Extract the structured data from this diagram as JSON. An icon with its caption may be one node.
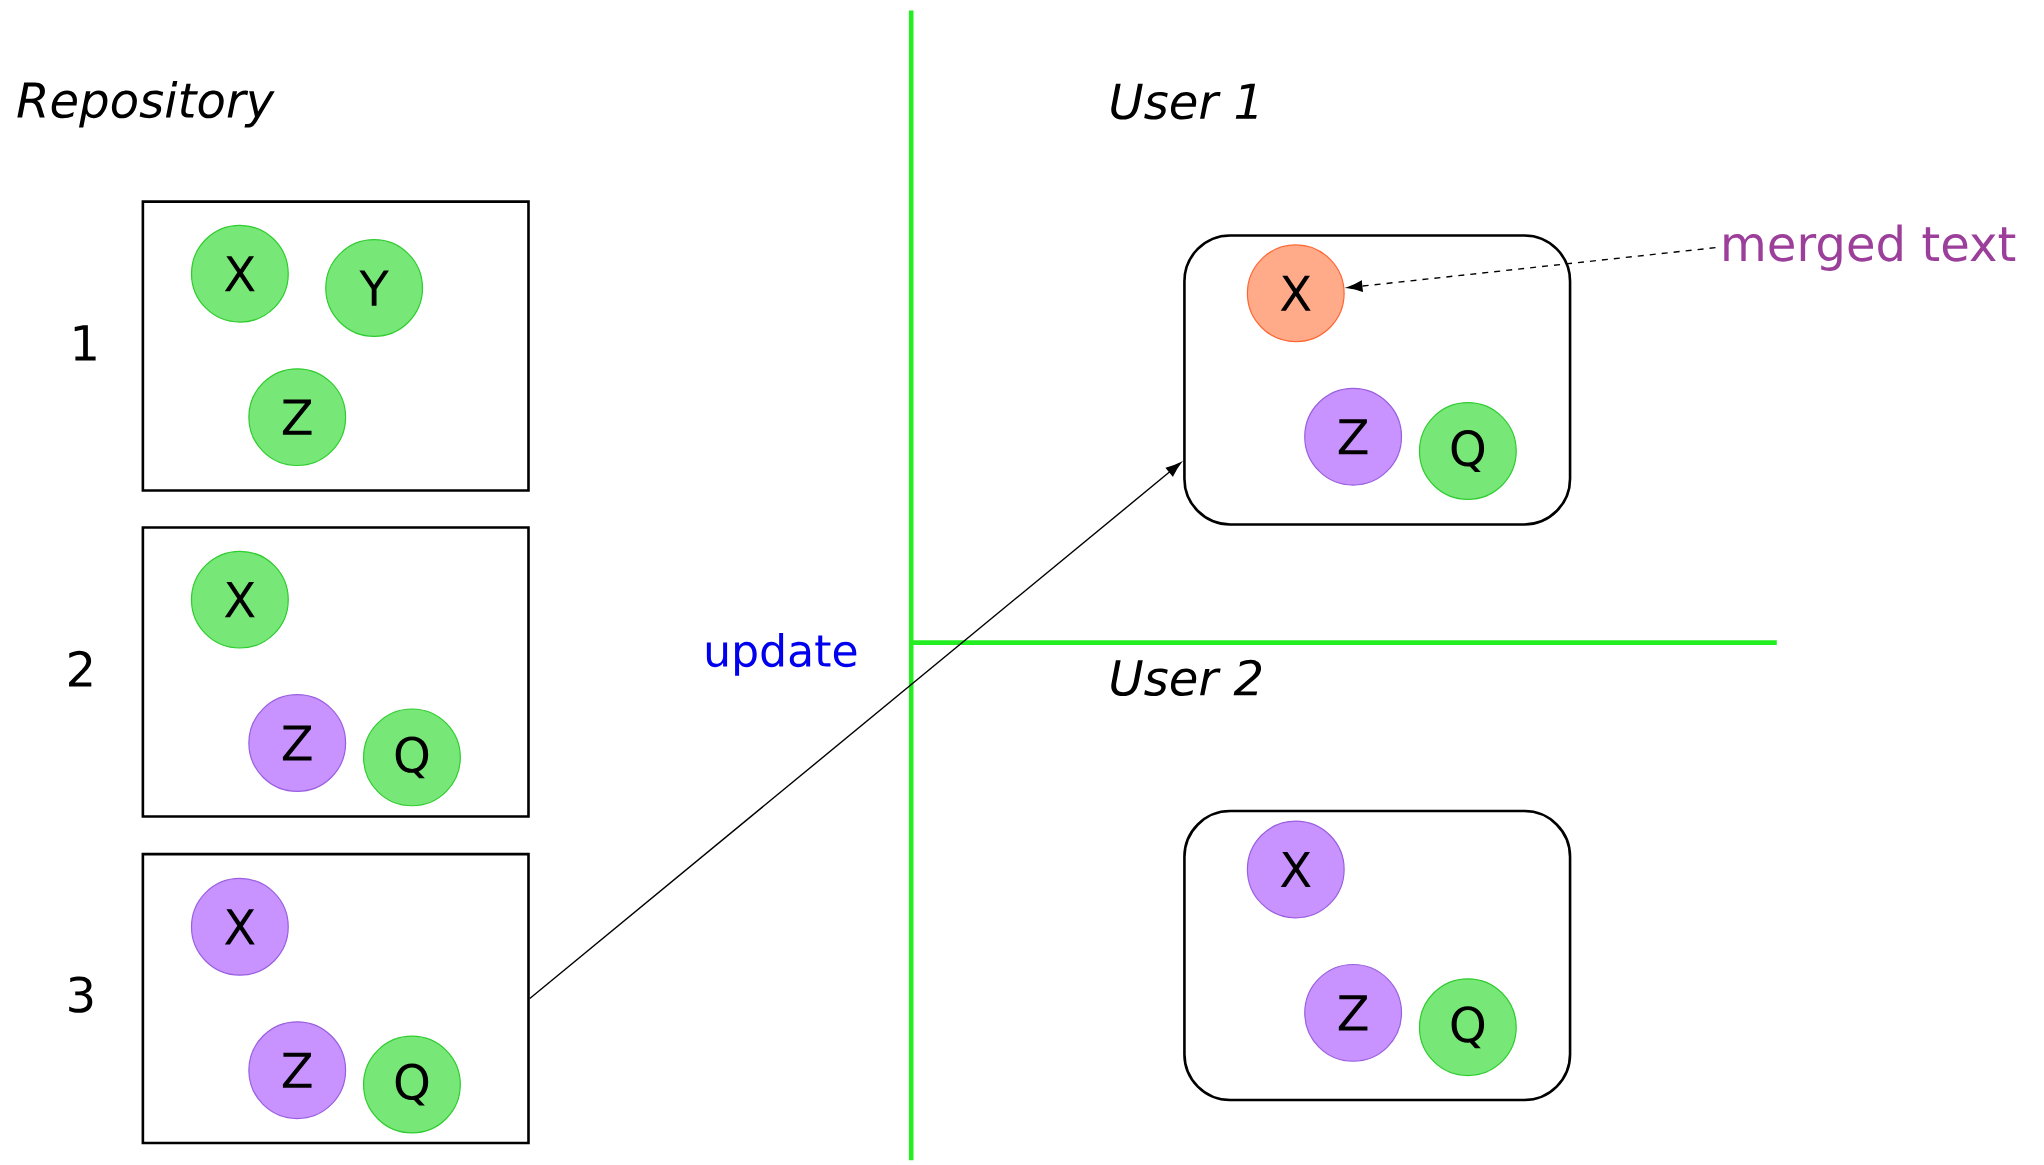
{
  "diagram": {
    "nodes": [
      {
        "text": [],
        "shape": "box",
        "beside": [
          "1"
        ]
      },
      {
        "text": [
          "X"
        ],
        "in": 0
      },
      {
        "text": [
          "Y"
        ],
        "in": 0
      },
      {
        "text": [
          "Z"
        ],
        "in": 0
      },
      {
        "text": [],
        "shape": "box",
        "beside": [
          "2"
        ]
      },
      {
        "text": [
          "X"
        ],
        "in": 4
      },
      {
        "text": [
          "Z"
        ],
        "in": 4
      },
      {
        "text": [
          "Q"
        ],
        "in": 4
      },
      {
        "text": [],
        "shape": "box",
        "beside": [
          "3"
        ]
      },
      {
        "text": [
          "X"
        ],
        "in": 8
      },
      {
        "text": [
          "Z"
        ],
        "in": 8
      },
      {
        "text": [
          "Q"
        ],
        "in": 8
      },
      {
        "text": [],
        "shape": "box"
      },
      {
        "text": [
          "X"
        ],
        "in": 12
      },
      {
        "text": [
          "Z"
        ],
        "in": 12
      },
      {
        "text": [
          "Q"
        ],
        "in": 12
      },
      {
        "text": [],
        "shape": "box"
      },
      {
        "text": [
          "X"
        ],
        "in": 16
      },
      {
        "text": [
          "Z"
        ],
        "in": 16
      },
      {
        "text": [
          "Q"
        ],
        "in": 16
      },
      {
        "text": [
          "merged text"
        ]
      }
    ],
    "edges": [
      {
        "from": 8,
        "to": 12,
        "arrow": "to",
        "label": "update"
      },
      {
        "from": 20,
        "to": 13,
        "arrow": "to",
        "style": "dashed"
      }
    ],
    "labels": [
      "Repository",
      "User 1",
      "User 2"
    ]
  }
}
